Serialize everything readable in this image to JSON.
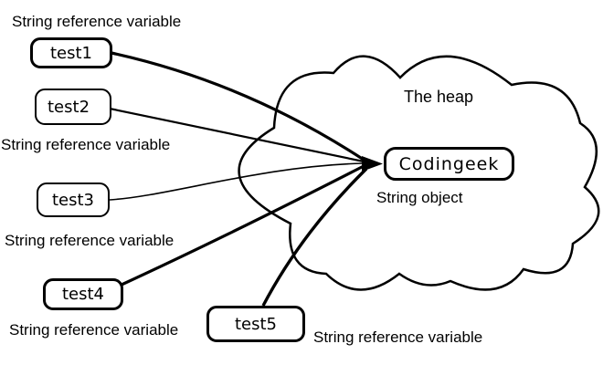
{
  "colors": {
    "ink": "#000000",
    "background": "#ffffff"
  },
  "annotations": {
    "ref_variable": "String reference variable",
    "heap": "The heap",
    "string_object": "String object"
  },
  "reference_variables": [
    {
      "name": "test1"
    },
    {
      "name": "test2"
    },
    {
      "name": "test3"
    },
    {
      "name": "test4"
    },
    {
      "name": "test5"
    }
  ],
  "heap_object": {
    "name": "Codingeek"
  }
}
